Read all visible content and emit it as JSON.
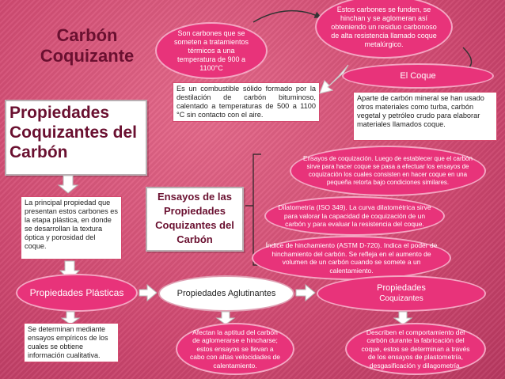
{
  "title": {
    "line1": "Carbón",
    "line2": "Coquizante"
  },
  "heading_main": {
    "line1": "Propiedades",
    "line2": "Coquizantes del",
    "line3": "Carbón"
  },
  "heading_assays": {
    "line1": "Ensayos de las",
    "line2": "Propiedades",
    "line3": "Coquizantes del",
    "line4": "Carbón"
  },
  "nodes": {
    "carbones_tratados": "Son carbones que se someten a tratamientos térmicos a una temperatura de 900 a 1100°C",
    "definicion": "Es un combustible sólido formado por la destilación de carbón bituminoso, calentado a temperaturas de 500 a 1100 °C sin contacto con el aire.",
    "se_funden": "Estos carbones se funden, se hinchan y se aglomeran así obteniendo un residuo carbonoso de alta resistencia llamado coque metalúrgico.",
    "el_coque": "El Coque",
    "aparte": "Aparte de carbón mineral se han usado otros materiales como turba, carbón vegetal y petróleo crudo para elaborar materiales llamados coque.",
    "ensayo_coquizacion": "Ensayos de coquización. Luego de establecer que el carbón sirve para hacer coque se pasa a efectuar los ensayos de coquización los cuales consisten en hacer coque en una pequeña retorta bajo condiciones similares.",
    "dilatometria": "Dilatometría (ISO 349). La curva dilatométrica sirve para valorar la capacidad de coquización de un carbón y para evaluar la resistencia del coque.",
    "hinchamiento": "Índice de hinchamiento (ASTM D-720). Indica el poder de hinchamiento del carbón. Se refleja en el aumento de volumen de un carbón cuando se somete a un calentamiento.",
    "principal": "La principal propiedad que presentan estos carbones es la etapa plástica, en donde se desarrollan la textura óptica y porosidad del coque.",
    "plasticas": "Propiedades Plásticas",
    "aglutinantes": "Propiedades Aglutinantes",
    "coquizantes": {
      "line1": "Propiedades",
      "line2": "Coquizantes"
    },
    "empiricos": "Se determinan mediante ensayos empíricos de los cuales se obtiene información cualitativa.",
    "afectan": "Afectan la aptitud del carbón de aglomerarse e hincharse; estos ensayos se llevan a cabo con altas velocidades de calentamiento.",
    "describen": "Describen el comportamiento del carbón durante la fabricación del coque, estos se determinan a través de los ensayos de plastometría, desgasificación y dilagometría."
  },
  "colors": {
    "background": "#d95376",
    "accent": "#e8337a",
    "title": "#6a1030"
  }
}
